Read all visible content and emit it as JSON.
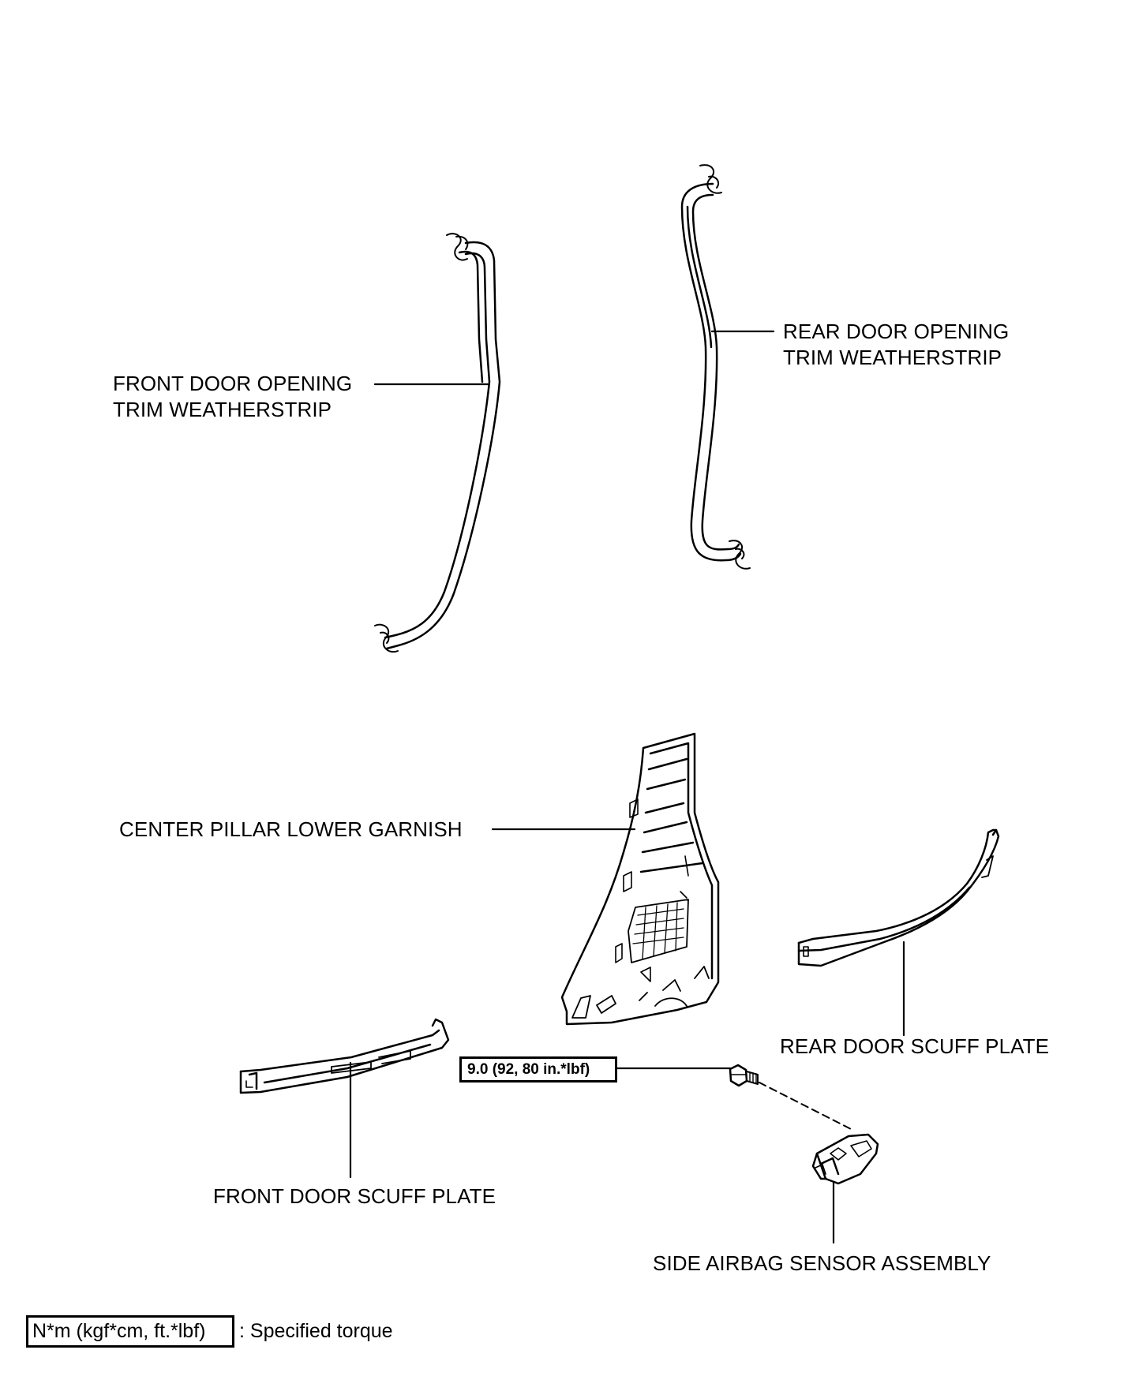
{
  "labels": {
    "front_weatherstrip": "FRONT DOOR OPENING\nTRIM WEATHERSTRIP",
    "rear_weatherstrip": "REAR DOOR OPENING\nTRIM WEATHERSTRIP",
    "center_pillar_garnish": "CENTER PILLAR LOWER GARNISH",
    "rear_scuff_plate": "REAR DOOR SCUFF PLATE",
    "front_scuff_plate": "FRONT DOOR SCUFF PLATE",
    "side_airbag_sensor": "SIDE AIRBAG SENSOR ASSEMBLY"
  },
  "torque": {
    "bolt_value": "9.0 (92, 80 in.*lbf)"
  },
  "legend": {
    "units": "N*m (kgf*cm, ft.*lbf)",
    "description": ": Specified torque"
  }
}
